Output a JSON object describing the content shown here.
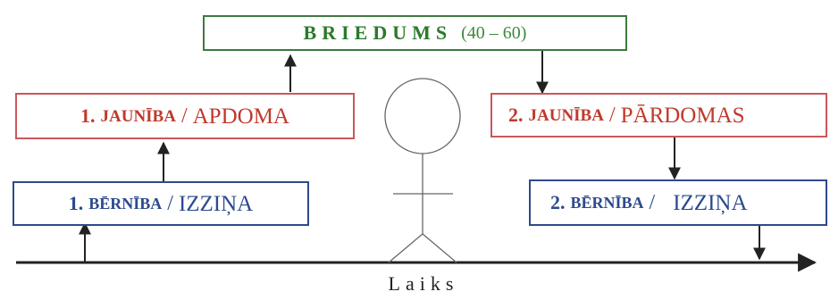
{
  "top_box": {
    "name": "BRIEDUMS",
    "range": "(40 – 60)"
  },
  "left_upper": {
    "num": "1.",
    "stage": "JAUNĪBA",
    "sep": " / ",
    "word": "APDOMA"
  },
  "left_lower": {
    "num": "1.",
    "stage": "BĒRNĪBA",
    "sep": " / ",
    "word": "IZZIŅA"
  },
  "right_upper": {
    "num": "2.",
    "stage": "JAUNĪBA",
    "sep": " / ",
    "word": "PĀRDOMAS"
  },
  "right_lower": {
    "num": "2.",
    "stage": "BĒRNĪBA",
    "sep": " / ",
    "word": "IZZIŅA"
  },
  "axis_label": "Laiks",
  "colors": {
    "green": "#2a7a2a",
    "red": "#c0392b",
    "blue": "#2c4a8e",
    "line": "#222222"
  }
}
